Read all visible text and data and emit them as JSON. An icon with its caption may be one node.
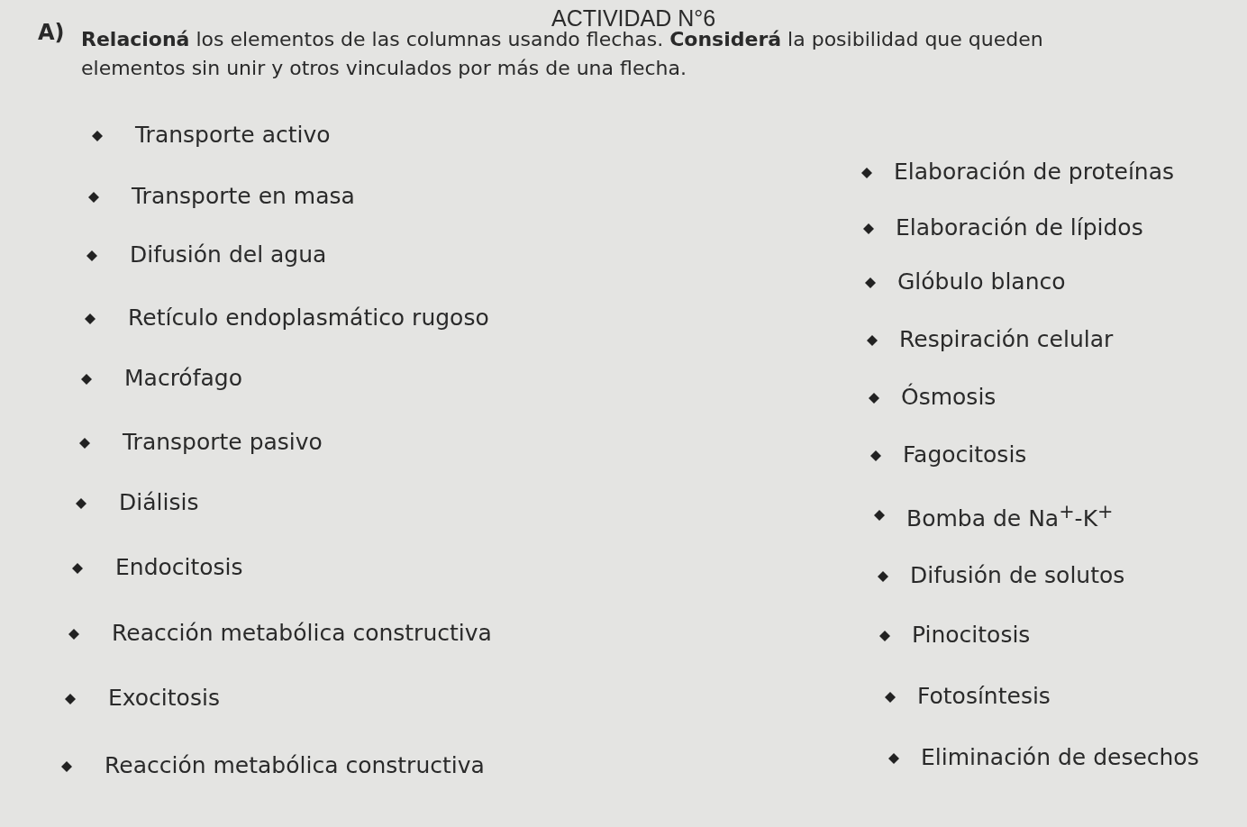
{
  "diagram": {
    "title": "ACTIVIDAD N°6",
    "labels": [
      "A)",
      "**Relacioná** los elementos de las columnas usando flechas. **Considerá** la posibilidad que queden elementos sin unir y otros vinculados por más de una flecha.",
      "Transporte activo",
      "Transporte en masa",
      "Difusión del agua",
      "Retículo endoplasmático rugoso",
      "Macrófago",
      "Transporte pasivo",
      "Diálisis",
      "Endocitosis",
      "Reacción metabólica constructiva",
      "Exocitosis",
      "Reacción metabólica constructiva",
      "Elaboración de proteínas",
      "Elaboración de lípidos",
      "Glóbulo blanco",
      "Respiración celular",
      "Ósmosis",
      "Fagocitosis",
      "Bomba de Na$^{+}$-K$^{+}$",
      "Difusión de solutos",
      "Pinocitosis",
      "Fotosíntesis",
      "Eliminación de desechos"
    ]
  }
}
